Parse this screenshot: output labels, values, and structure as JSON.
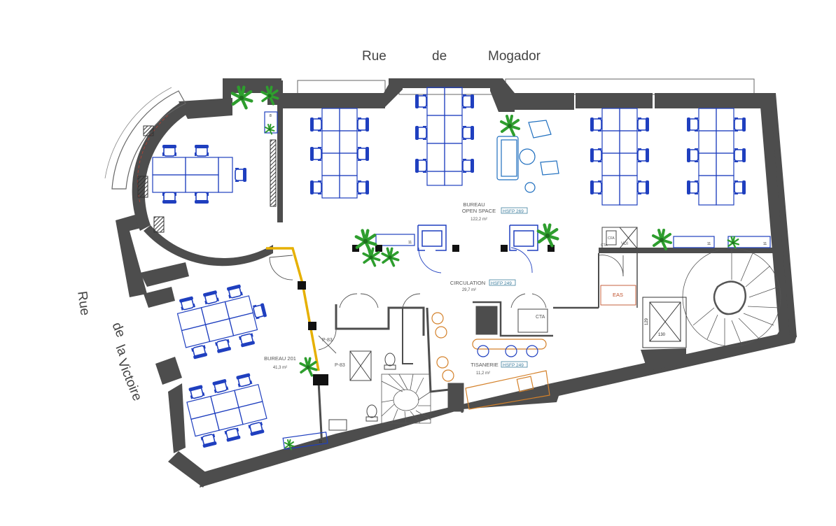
{
  "streets": {
    "north": [
      "Rue",
      "de",
      "Mogador"
    ],
    "west": [
      "Rue",
      "de",
      "la",
      "Victoire"
    ]
  },
  "rooms": {
    "open_space": {
      "name_line1": "BUREAU",
      "name_line2": "OPEN SPACE",
      "tag": "HSFP 269",
      "area": "122,2 m²"
    },
    "circulation": {
      "name": "CIRCULATION",
      "tag": "HSFP 249",
      "area": "29,7 m²"
    },
    "bureau_201": {
      "name": "BUREAU 201",
      "area": "41,3 m²"
    },
    "tisanerie": {
      "name": "TISANERIE",
      "tag": "HSFP 249",
      "area": "11,2 m²"
    }
  },
  "doors": {
    "p83_a": "P-83",
    "p83_b": "P-83"
  },
  "equipment": {
    "eas": "EAS",
    "cta_1": "CTA",
    "cta_2": "CTA",
    "vdi": "VDI",
    "cfa": "CFA",
    "n129": "129",
    "n130": "130"
  },
  "cabinets": {
    "c1": "11",
    "c2": "11",
    "c3": "11",
    "c4": "8",
    "c5": "11"
  },
  "colors": {
    "wall": "#4d4d4d",
    "furniture": "#1f3fbf",
    "plant": "#2e9e2e",
    "kitchen": "#d4812a",
    "glass": "#e6b000",
    "eas": "#c0502a"
  }
}
